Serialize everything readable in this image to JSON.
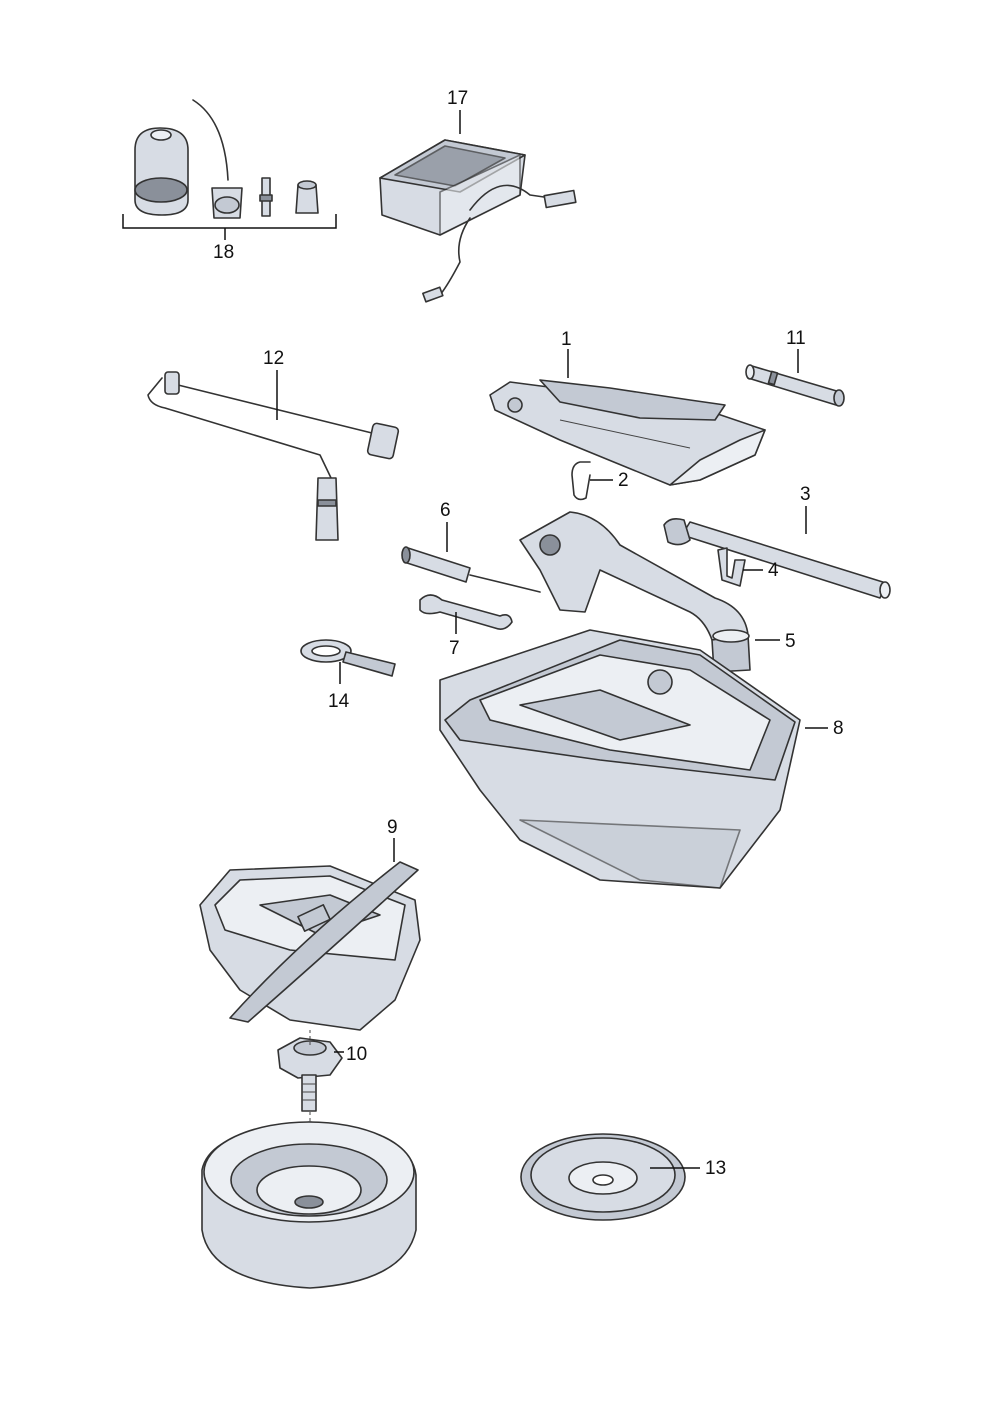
{
  "callouts": {
    "p1": "1",
    "p2": "2",
    "p3": "3",
    "p4": "4",
    "p5": "5",
    "p6": "6",
    "p7": "7",
    "p8": "8",
    "p9": "9",
    "p10": "10",
    "p11": "11",
    "p12": "12",
    "p13": "13",
    "p14": "14",
    "p17": "17",
    "p18": "18"
  },
  "colors": {
    "part_fill": "#d7dce4",
    "part_shade": "#c3c9d3",
    "line": "#333333",
    "background": "#ffffff"
  }
}
